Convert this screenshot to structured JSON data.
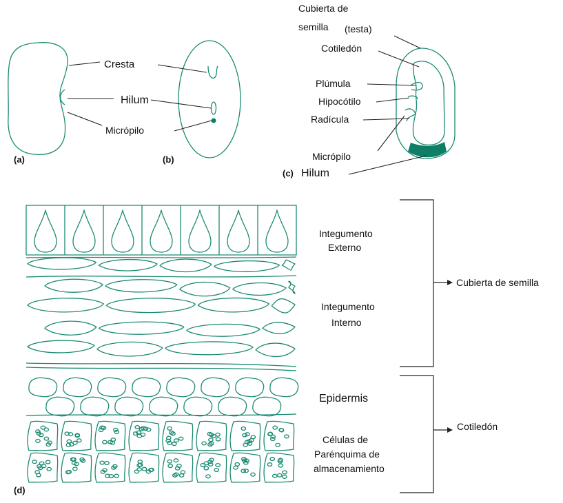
{
  "colors": {
    "tissue": "#1b8a72",
    "accent": "#0e7f66",
    "text": "#111111"
  },
  "panels": {
    "a": "(a)",
    "b": "(b)",
    "c": "(c)",
    "d": "(d)"
  },
  "labels": {
    "cresta": "Cresta",
    "hilum_ab": "Hilum",
    "micropilo_ab": "Micrópilo",
    "cubierta_l1": "Cubierta de",
    "cubierta_l2": "semilla",
    "testa": "(testa)",
    "cotiledon_c": "Cotiledón",
    "plumula": "Plúmula",
    "hipocotilo": "Hipocótilo",
    "radicula": "Radícula",
    "micropilo_c": "Micrópilo",
    "hilum_c": "Hilum"
  },
  "layers": {
    "integumento_externo_l1": "Integumento",
    "integumento_externo_l2": "Externo",
    "integumento_interno_l1": "Integumento",
    "integumento_interno_l2": "Interno",
    "epidermis": "Epidermis",
    "parenquima_l1": "Células de",
    "parenquima_l2": "Parénquima de",
    "parenquima_l3": "almacenamiento"
  },
  "brackets": {
    "cubierta": "Cubierta de semilla",
    "cotiledon": "Cotiledón"
  }
}
